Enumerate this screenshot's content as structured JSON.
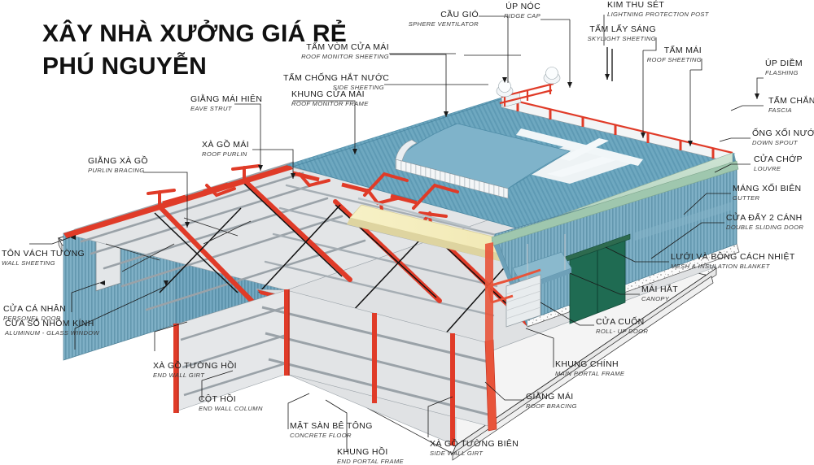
{
  "title": {
    "line1": "XÂY NHÀ XƯỞNG GIÁ RẺ",
    "line2": "PHÚ NGUYỄN"
  },
  "colors": {
    "roof_blue": "#6ea8c0",
    "roof_blue_dark": "#4d8ba6",
    "roof_monitor": "#5f9cb5",
    "wall_blue": "#78a9c0",
    "fascia_green": "#bcd9c4",
    "steel_red": "#e03b28",
    "frame_grey": "#d9dcde",
    "purlin_grey": "#9aa2a8",
    "skylight_cream": "#f5eec0",
    "door_green": "#1f6b52",
    "concrete": "#f2f2f2",
    "line": "#1a1a1a"
  },
  "callouts": [
    {
      "id": "ridge-cap",
      "vi": "ÚP NÓC",
      "en": "RIDGE CAP"
    },
    {
      "id": "lightning-post",
      "vi": "KIM THU SÉT",
      "en": "LIGHTNING PROTECTION POST"
    },
    {
      "id": "sphere-ventilator",
      "vi": "CẦU GIÓ",
      "en": "SPHERE VENTILATOR"
    },
    {
      "id": "skylight-sheeting",
      "vi": "TẤM LẤY SÁNG",
      "en": "SKYLIGHT SHEETING"
    },
    {
      "id": "roof-sheeting",
      "vi": "TẤM MÁI",
      "en": "ROOF SHEETING"
    },
    {
      "id": "flashing",
      "vi": "ÚP DIỀM",
      "en": "FLASHING"
    },
    {
      "id": "roof-monitor-sheeting",
      "vi": "TẤM VÒM CỬA MÁI",
      "en": "ROOF MONITOR SHEETING"
    },
    {
      "id": "side-sheeting",
      "vi": "TẤM CHỐNG HẮT NƯỚC",
      "en": "SIDE SHEETING"
    },
    {
      "id": "roof-monitor-frame",
      "vi": "KHUNG CỬA MÁI",
      "en": "ROOF MONITOR FRAME"
    },
    {
      "id": "eave-strut",
      "vi": "GIẰNG MÁI HIÊN",
      "en": "EAVE STRUT"
    },
    {
      "id": "roof-purlin",
      "vi": "XÀ GỒ MÁI",
      "en": "ROOF PURLIN"
    },
    {
      "id": "purlin-bracing",
      "vi": "GIẰNG XÀ GỒ",
      "en": "PURLIN BRACING"
    },
    {
      "id": "fascia",
      "vi": "TẤM CHẮN MÁI",
      "en": "FASCIA"
    },
    {
      "id": "down-spout",
      "vi": "ỐNG XỐI NƯỚC",
      "en": "DOWN SPOUT"
    },
    {
      "id": "louvre",
      "vi": "CỬA CHỚP",
      "en": "LOUVRE"
    },
    {
      "id": "gutter",
      "vi": "MÁNG XỐI BIÊN",
      "en": "GUTTER"
    },
    {
      "id": "double-sliding-door",
      "vi": "CỬA ĐẨY 2 CÁNH",
      "en": "DOUBLE SLIDING DOOR"
    },
    {
      "id": "mesh-insulation",
      "vi": "LƯỚI VÀ BÔNG CÁCH NHIỆT",
      "en": "MESH & INSULATION BLANKET"
    },
    {
      "id": "canopy",
      "vi": "MÁI HẮT",
      "en": "CANOPY"
    },
    {
      "id": "roll-up-door",
      "vi": "CỬA CUỐN",
      "en": "ROLL- UP DOOR"
    },
    {
      "id": "main-portal-frame",
      "vi": "KHUNG CHÍNH",
      "en": "MAIN PORTAL FRAME"
    },
    {
      "id": "roof-bracing",
      "vi": "GIẰNG MÁI",
      "en": "ROOF BRACING"
    },
    {
      "id": "side-wall-girt",
      "vi": "XÀ GỒ TƯỜNG BIÊN",
      "en": "SIDE WALL GIRT"
    },
    {
      "id": "end-portal-frame",
      "vi": "KHUNG HỒI",
      "en": "END PORTAL FRAME"
    },
    {
      "id": "concrete-floor",
      "vi": "MẶT SÀN BÊ TÔNG",
      "en": "CONCRETE FLOOR"
    },
    {
      "id": "end-wall-column",
      "vi": "CỘT HỒI",
      "en": "END WALL COLUMN"
    },
    {
      "id": "end-wall-girt",
      "vi": "XÀ GỒ TƯỜNG HỒI",
      "en": "END WALL GIRT"
    },
    {
      "id": "aluminum-glass-window",
      "vi": "CỬA SỔ NHÔM KÍNH",
      "en": "ALUMINUM - GLASS WINDOW"
    },
    {
      "id": "personel-door",
      "vi": "CỬA CÁ NHÂN",
      "en": "PERSONEL DOOR"
    },
    {
      "id": "wall-sheeting",
      "vi": "TÔN VÁCH TƯỜNG",
      "en": "WALL SHEETING"
    }
  ]
}
